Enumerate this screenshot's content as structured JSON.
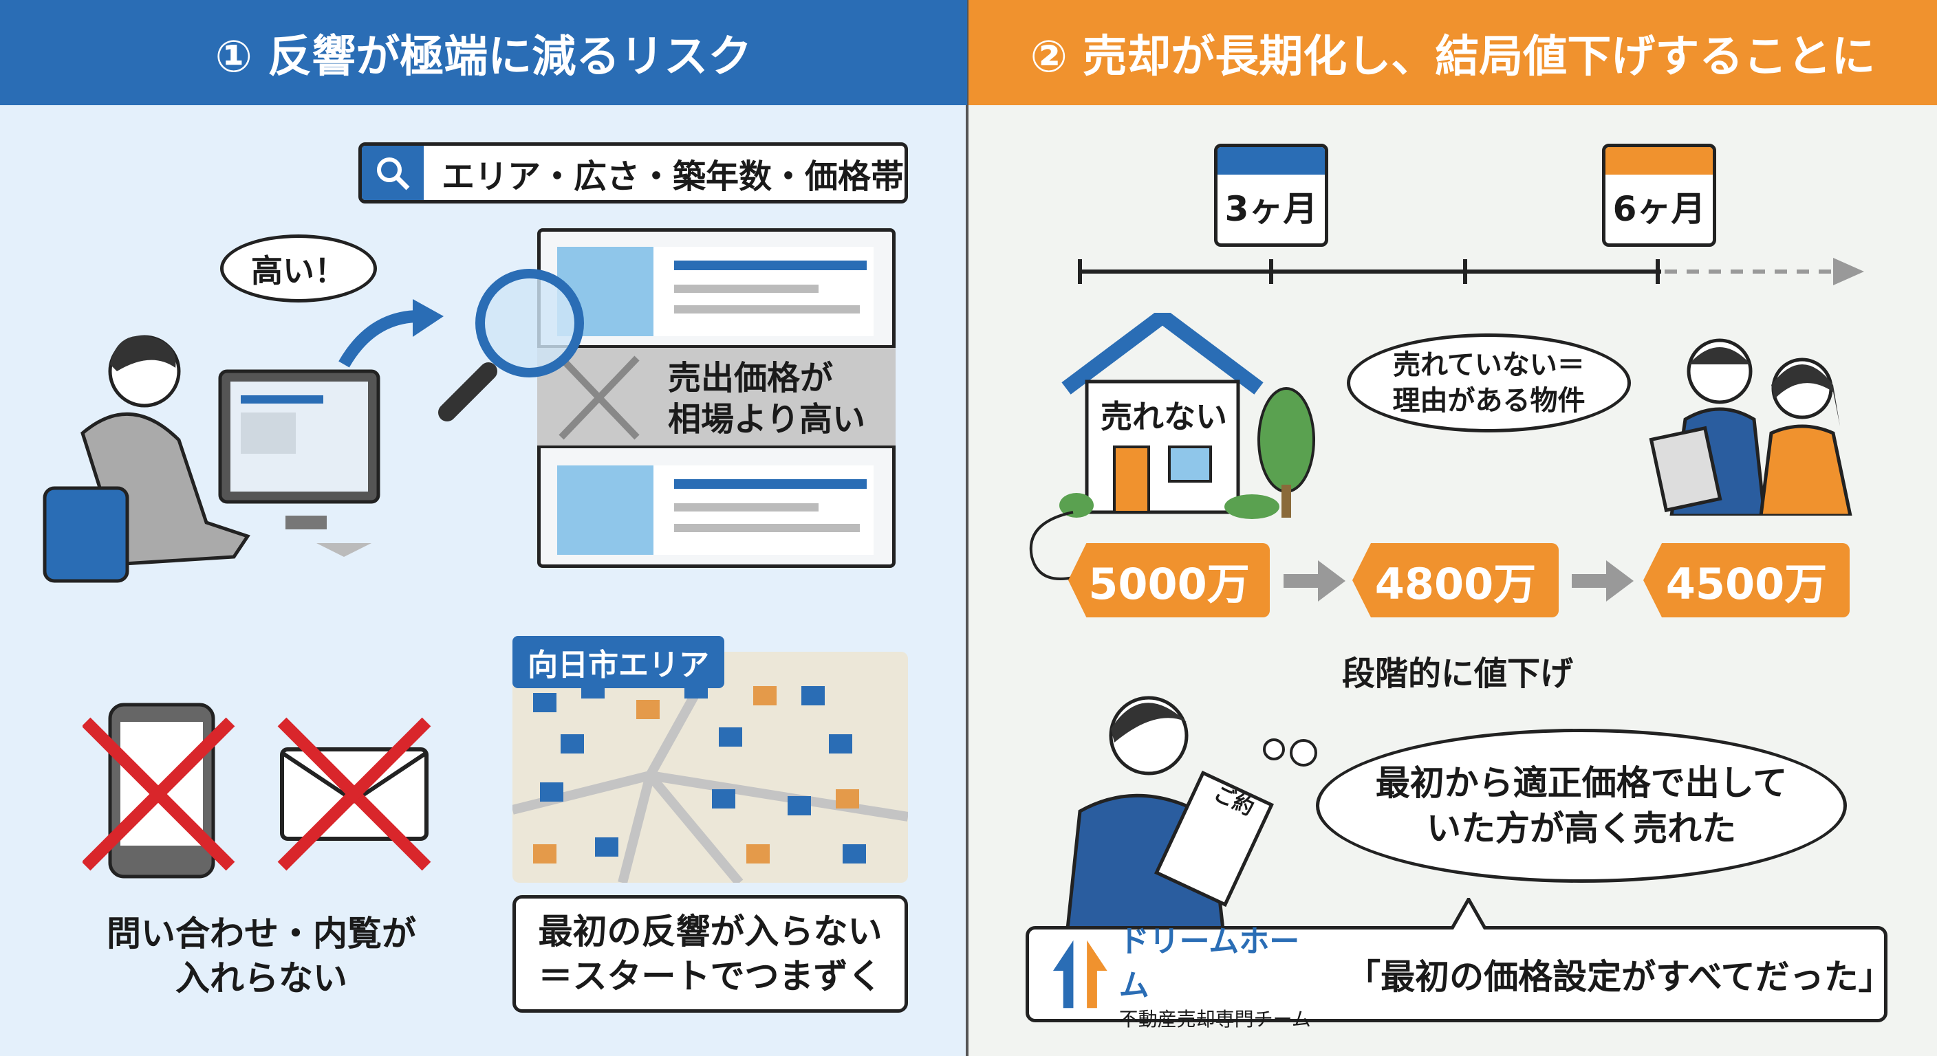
{
  "left": {
    "header": "① 反響が極端に減るリスク",
    "search": {
      "icon": "search-icon",
      "text": "エリア・広さ・築年数・価格帯"
    },
    "bubble": "高い！",
    "listing_overlay": [
      "売出価格が",
      "相場より高い"
    ],
    "area_label": "向日市エリア",
    "contact_caption": [
      "問い合わせ・内覧が",
      "入れらない"
    ],
    "result_box": [
      "最初の反響が入らない",
      "＝スタートでつまずく"
    ]
  },
  "right": {
    "header": "② 売却が長期化し、結局値下げすることに",
    "calendars": [
      "3ヶ月",
      "6ヶ月"
    ],
    "house_label": "売れない",
    "buyer_thought": [
      "売れていない＝",
      "理由がある物件"
    ],
    "prices": [
      "5000万",
      "4800万",
      "4500万"
    ],
    "price_caption": "段階的に値下げ",
    "regret_thought": [
      "最初から適正価格で出して",
      "いた方が高く売れた"
    ],
    "document_label": "ご約",
    "brand": {
      "name": "ドリームホーム",
      "sub": "不動産売却専門チーム"
    },
    "quote": "「最初の価格設定がすべてだった」"
  },
  "colors": {
    "blue": "#2a6db5",
    "orange": "#f0922e",
    "red": "#d9262b"
  }
}
